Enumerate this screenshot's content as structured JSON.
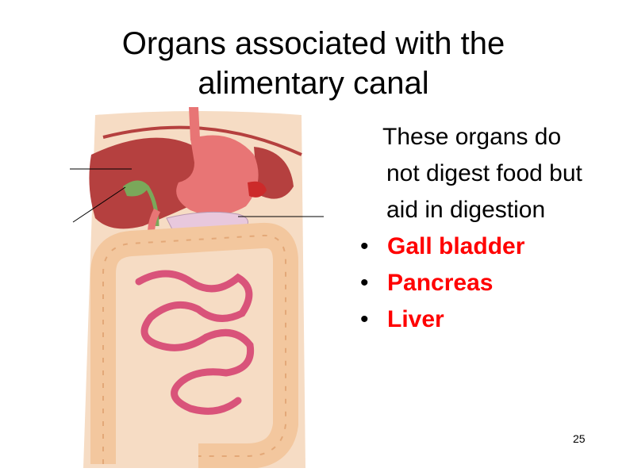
{
  "slide": {
    "title_line1": "Organs associated with the",
    "title_line2": "alimentary canal",
    "intro_line1": "These organs do",
    "intro_line2": "not digest food but",
    "intro_line3": "aid in digestion",
    "bullets": [
      "Gall bladder",
      "Pancreas",
      "Liver"
    ],
    "bullet_color": "#ff0000",
    "page_number": "25"
  },
  "figure": {
    "icon": "digestive-system-illustration",
    "colors": {
      "body_bg": "#f6dcc4",
      "liver": "#b5403f",
      "stomach": "#e87575",
      "gall_bladder": "#7aa85a",
      "pancreas": "#e8c8dd",
      "large_intestine": "#f3c79e",
      "small_intestine": "#d9537a"
    }
  }
}
